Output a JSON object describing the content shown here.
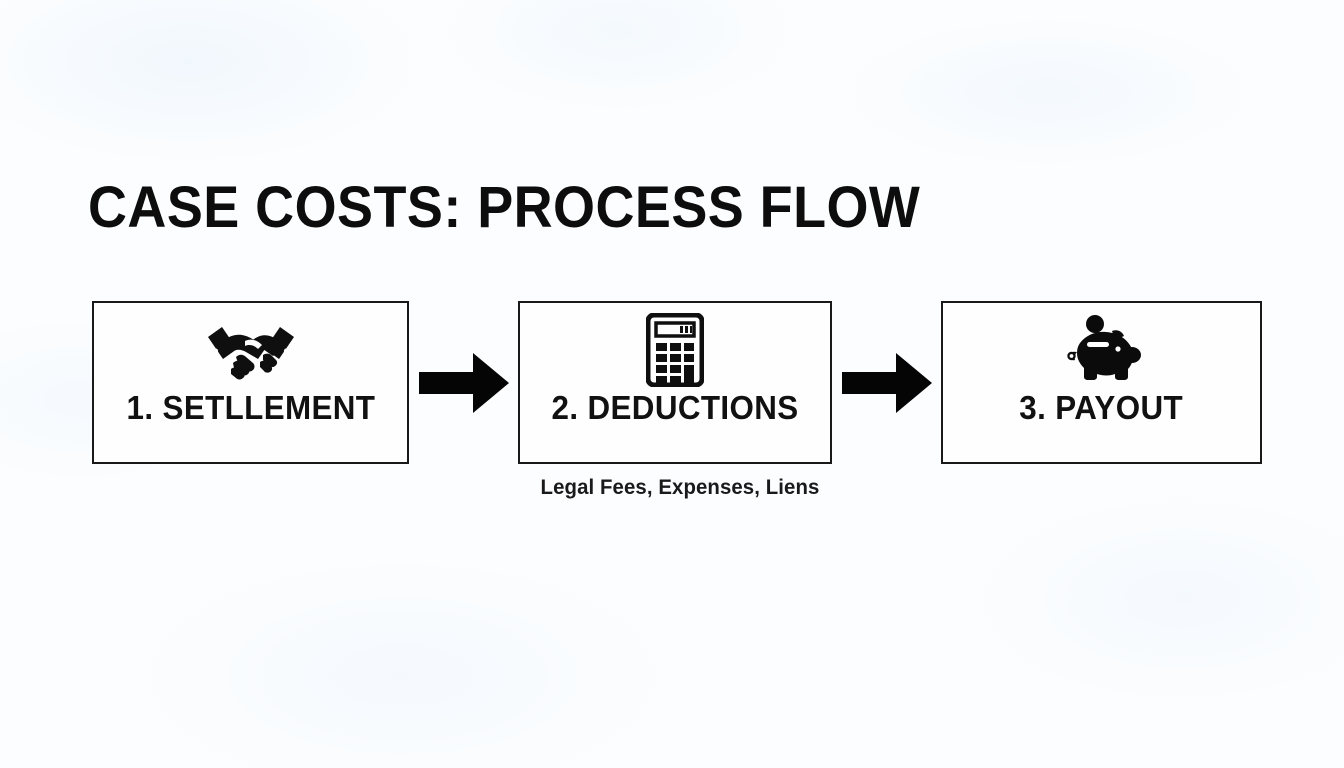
{
  "slide": {
    "title": "CASE COSTS: PROCESS FLOW",
    "background_color": "#fcfdfe",
    "ink_color": "#111111",
    "border_color": "#191919"
  },
  "flow": {
    "steps": [
      {
        "label": "1. SETLLEMENT",
        "icon": "handshake-icon"
      },
      {
        "label": "2. DEDUCTIONS",
        "icon": "calculator-icon",
        "caption": "Legal Fees, Expenses, Liens"
      },
      {
        "label": "3. PAYOUT",
        "icon": "piggy-bank-icon"
      }
    ],
    "connectors": [
      {
        "icon": "arrow-right-icon"
      },
      {
        "icon": "arrow-right-icon"
      }
    ]
  }
}
